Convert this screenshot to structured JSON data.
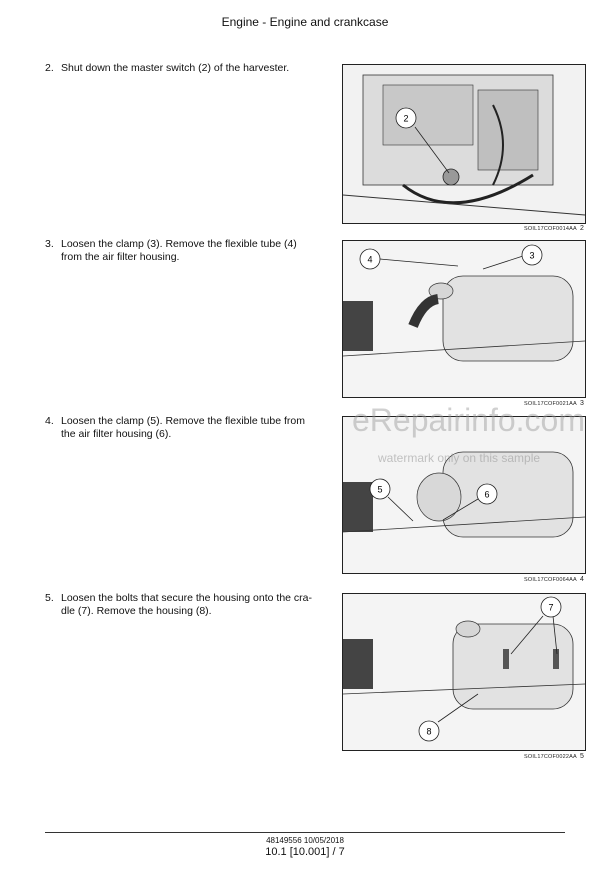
{
  "header": {
    "title": "Engine - Engine and crankcase"
  },
  "steps": [
    {
      "num": "2.",
      "text": "Shut down the master switch (2) of the harvester."
    },
    {
      "num": "3.",
      "text": "Loosen the clamp (3).  Remove the flexible tube (4) from the air filter housing."
    },
    {
      "num": "4.",
      "text": "Loosen the clamp (5).  Remove the flexible tube from the air filter housing (6)."
    },
    {
      "num": "5.",
      "text": "Loosen the bolts that secure the housing onto the cra-dle (7).  Remove the housing (8)."
    }
  ],
  "figures": [
    {
      "code": "SOIL17COF0014AA",
      "num": "2",
      "callouts": [
        "2"
      ]
    },
    {
      "code": "SOIL17COF0021AA",
      "num": "3",
      "callouts": [
        "4",
        "3"
      ]
    },
    {
      "code": "SOIL17COF0064AA",
      "num": "4",
      "callouts": [
        "5",
        "6"
      ]
    },
    {
      "code": "SOIL17COF0022AA",
      "num": "5",
      "callouts": [
        "7",
        "8"
      ]
    }
  ],
  "watermark": {
    "main": "eRepairinfo.com",
    "sub": "watermark only on this sample"
  },
  "footer": {
    "doc_code": "48149556 10/05/2018",
    "page": "10.1 [10.001] / 7"
  }
}
